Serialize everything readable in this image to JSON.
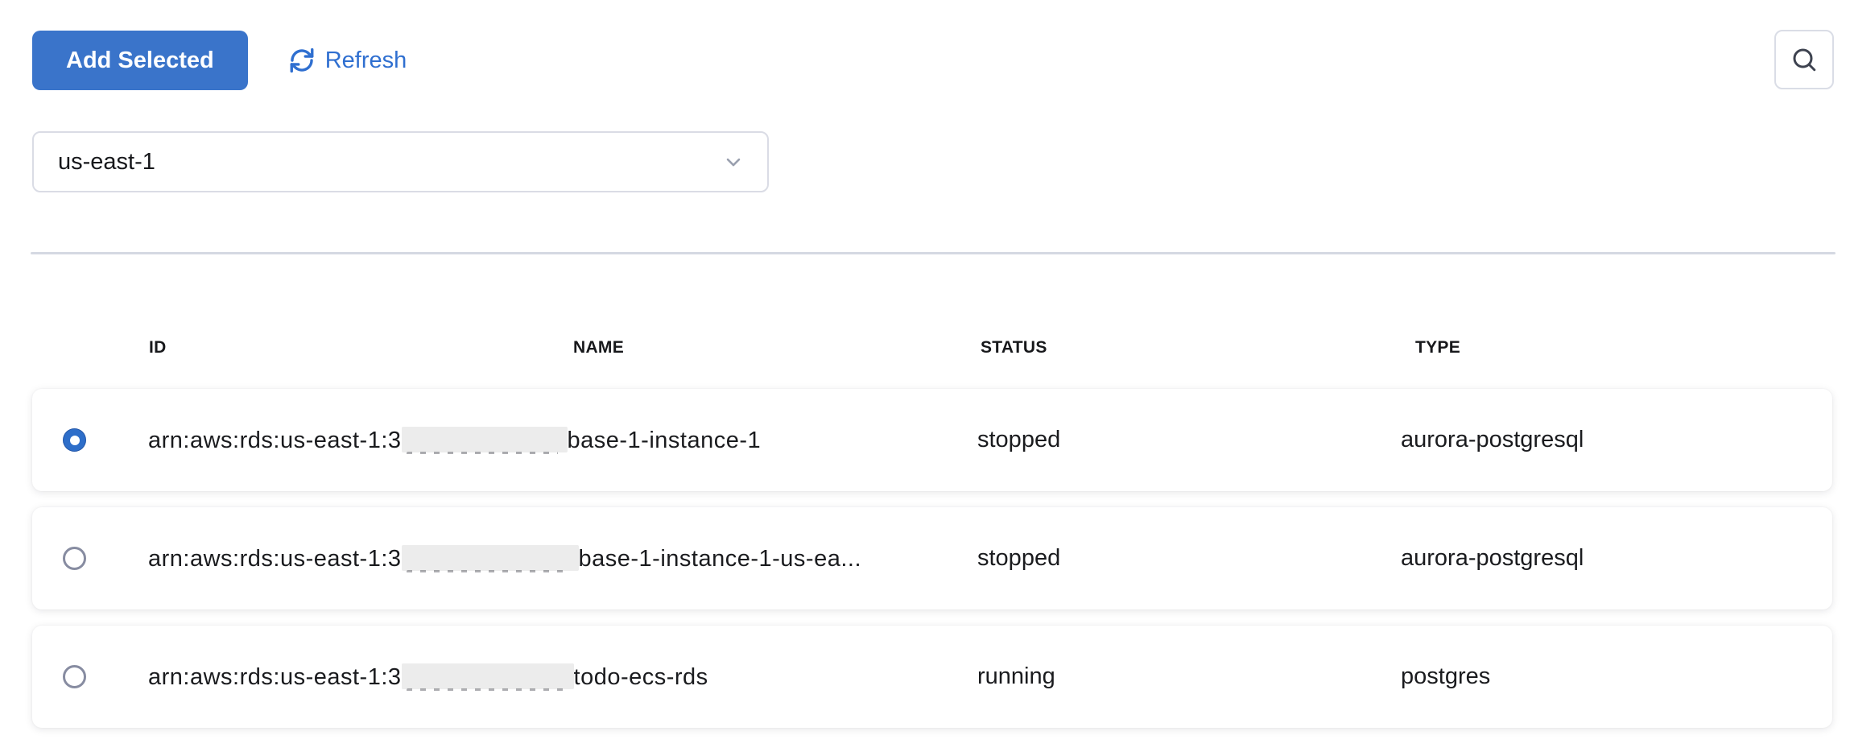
{
  "toolbar": {
    "add_selected_label": "Add Selected",
    "refresh_label": "Refresh"
  },
  "region_select": {
    "value": "us-east-1"
  },
  "table": {
    "columns": [
      "ID",
      "NAME",
      "STATUS",
      "TYPE"
    ],
    "rows": [
      {
        "selected": true,
        "id_prefix": "arn:aws:rds:us-east-1:3",
        "id_redacted": true,
        "id_suffix": "base-1-instance-1",
        "status": "stopped",
        "type": "aurora-postgresql"
      },
      {
        "selected": false,
        "id_prefix": "arn:aws:rds:us-east-1:3",
        "id_redacted": true,
        "id_suffix": "base-1-instance-1-us-ea...",
        "status": "stopped",
        "type": "aurora-postgresql"
      },
      {
        "selected": false,
        "id_prefix": "arn:aws:rds:us-east-1:3",
        "id_redacted": true,
        "id_suffix": "todo-ecs-rds",
        "status": "running",
        "type": "postgres"
      }
    ]
  },
  "colors": {
    "accent_button": "#3a74ca",
    "link_blue": "#2f6fd0",
    "radio_selected": "#2e6ec9",
    "divider": "#d5d9e2",
    "redaction_box": "#ececec"
  }
}
